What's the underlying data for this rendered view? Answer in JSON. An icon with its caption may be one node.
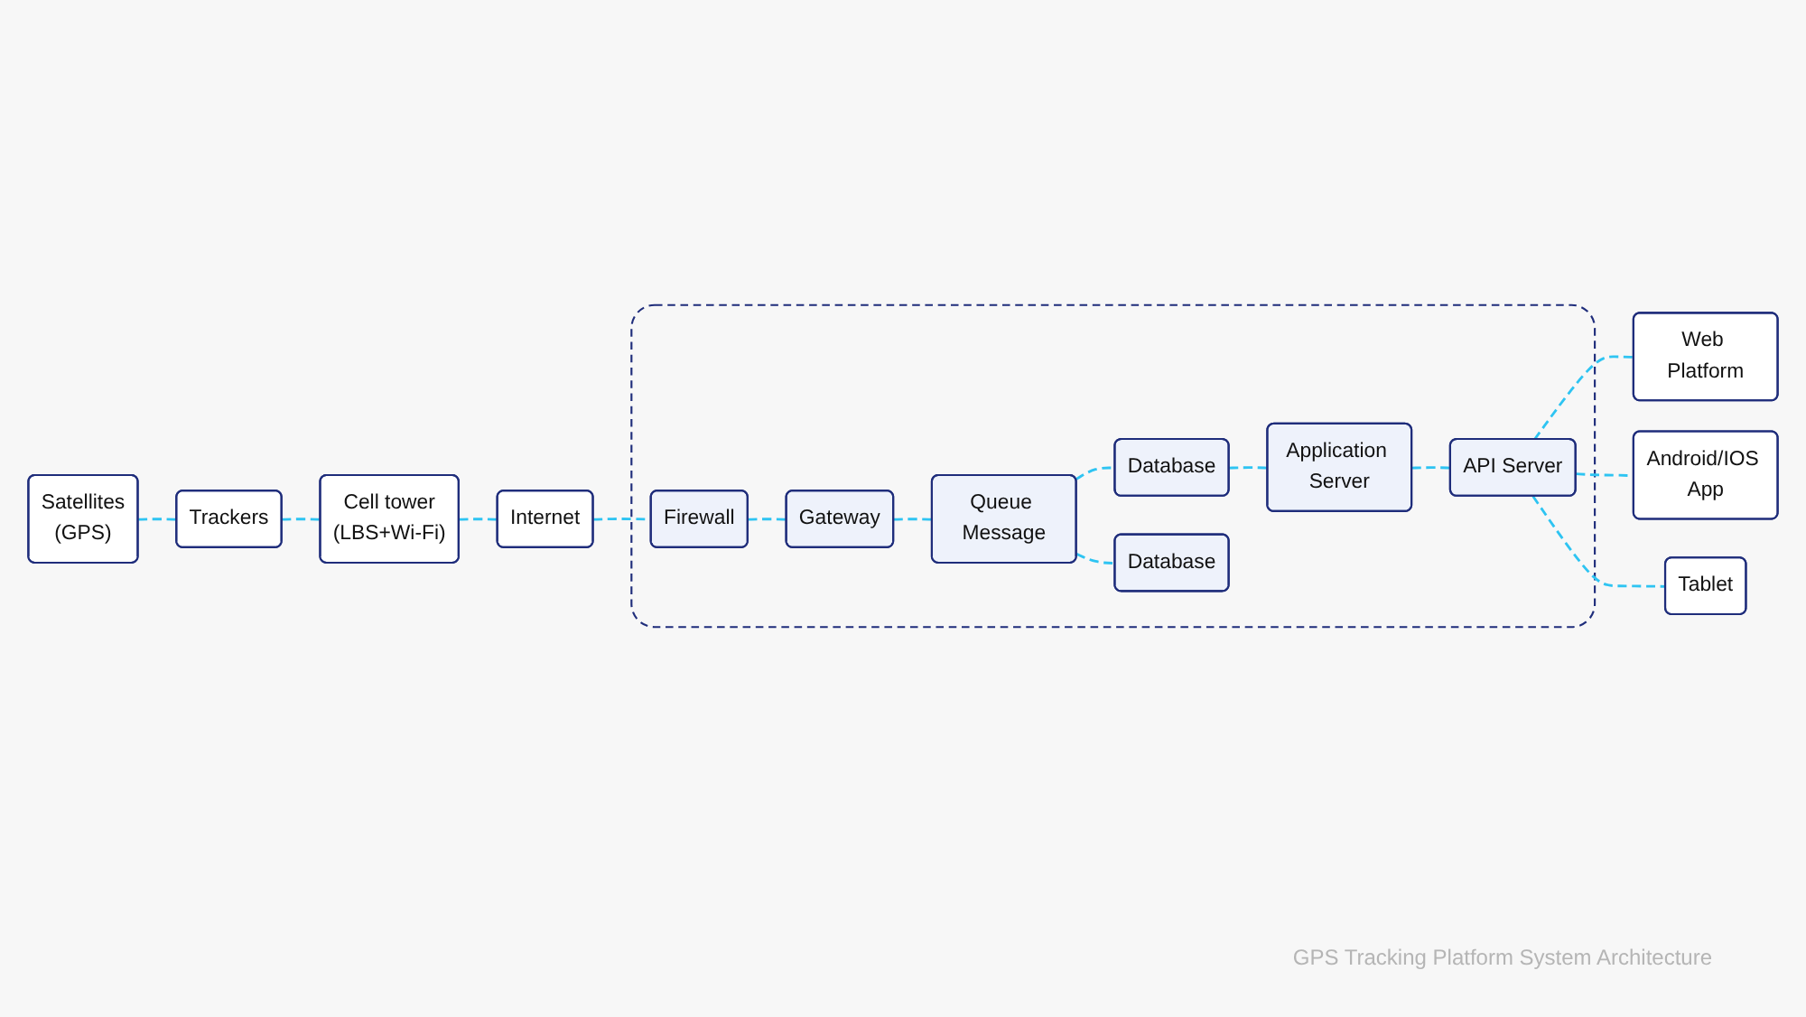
{
  "diagram": {
    "caption": "GPS Tracking Platform System Architecture",
    "nodes": [
      {
        "text": [
          "Satellites",
          "(GPS)"
        ]
      },
      {
        "text": [
          "Trackers"
        ]
      },
      {
        "text": [
          "Cell tower",
          "(LBS+Wi-Fi)"
        ]
      },
      {
        "text": [
          "Internet"
        ]
      },
      {
        "text": [],
        "shape": "box"
      },
      {
        "text": [
          "Firewall"
        ],
        "in": 4
      },
      {
        "text": [
          "Gateway"
        ],
        "in": 4
      },
      {
        "text": [
          "Queue Message"
        ],
        "in": 4
      },
      {
        "text": [
          "Database"
        ],
        "in": 4
      },
      {
        "text": [
          "Database"
        ],
        "in": 4
      },
      {
        "text": [
          "Application Server"
        ],
        "in": 4
      },
      {
        "text": [
          "API Server"
        ],
        "in": 4
      },
      {
        "text": [
          "Web Platform"
        ]
      },
      {
        "text": [
          "Android/IOS App"
        ]
      },
      {
        "text": [
          "Tablet"
        ]
      }
    ],
    "edges": [
      {
        "from": 0,
        "to": 1,
        "arrow": "none"
      },
      {
        "from": 1,
        "to": 2,
        "arrow": "none"
      },
      {
        "from": 2,
        "to": 3,
        "arrow": "none"
      },
      {
        "from": 3,
        "to": 5,
        "arrow": "none"
      },
      {
        "from": 5,
        "to": 6,
        "arrow": "none"
      },
      {
        "from": 6,
        "to": 7,
        "arrow": "none"
      },
      {
        "from": 7,
        "to": 8,
        "arrow": "none"
      },
      {
        "from": 7,
        "to": 9,
        "arrow": "none"
      },
      {
        "from": 8,
        "to": 10,
        "arrow": "none"
      },
      {
        "from": 10,
        "to": 11,
        "arrow": "none"
      },
      {
        "from": 11,
        "to": 12,
        "arrow": "none"
      },
      {
        "from": 11,
        "to": 13,
        "arrow": "none"
      },
      {
        "from": 11,
        "to": 14,
        "arrow": "none"
      }
    ]
  }
}
